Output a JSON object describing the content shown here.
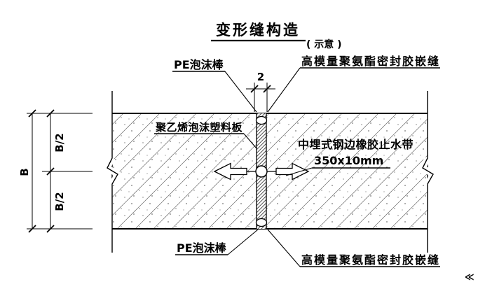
{
  "title": {
    "text": "变形缝构造",
    "suffix": "( 示意 )"
  },
  "annotations": {
    "pe_foam_top": "PE泡沫棒",
    "sealant_top": "高模量聚氨酯密封胶嵌缝",
    "pe_board": "聚乙烯泡沫塑料板",
    "waterstop_name": "中埋式钢边橡胶止水带",
    "waterstop_size": "350x10mm",
    "pe_foam_bottom": "PE泡沫棒",
    "sealant_bottom": "高模量聚氨酯密封胶嵌缝"
  },
  "dimensions": {
    "joint_width": "2",
    "total": "B",
    "upper_half": "B/2",
    "lower_half": "B/2"
  },
  "corner_mark": "≪",
  "colors": {
    "line": "#000000",
    "background": "#ffffff",
    "concrete_hatch": "#666666",
    "filler_hatch": "#555555"
  }
}
